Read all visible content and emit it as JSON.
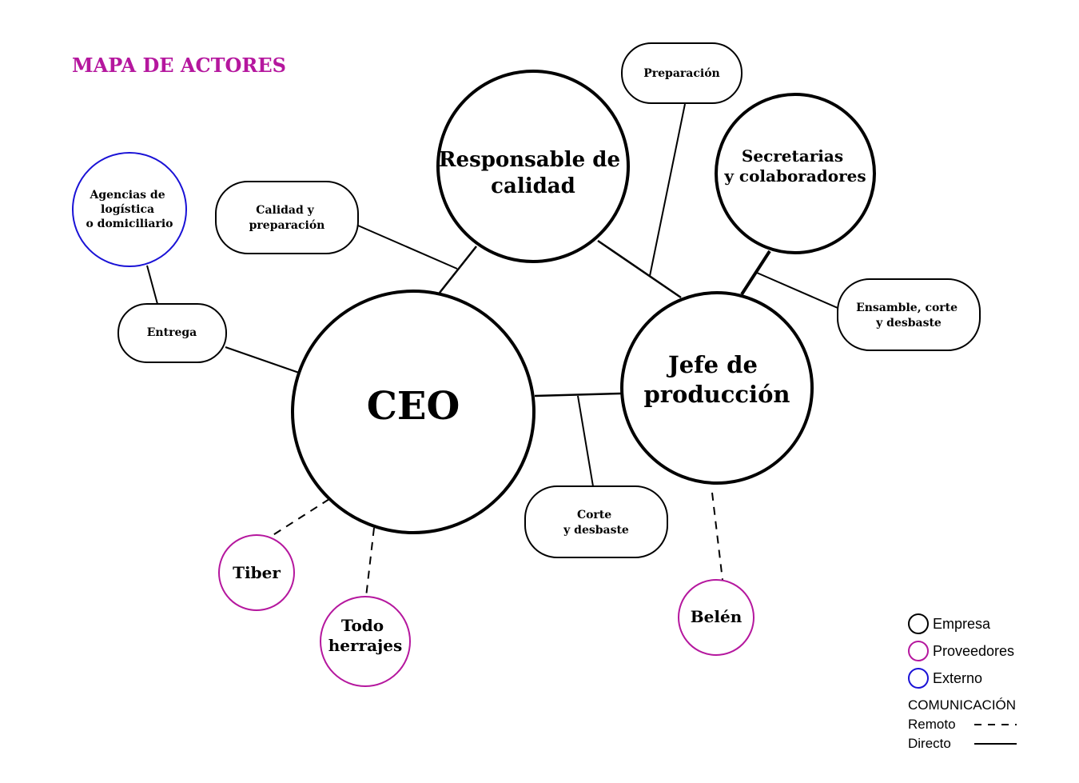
{
  "title": "MAPA DE ACTORES",
  "colors": {
    "title": "#b5179e",
    "empresa": "#000000",
    "proveedores": "#b5179e",
    "externo": "#1a12d6"
  },
  "nodes": {
    "ceo": "CEO",
    "responsable": [
      "Responsable de",
      "calidad"
    ],
    "jefe": [
      "Jefe de",
      "producción"
    ],
    "secretarias": [
      "Secretarias",
      "y colaboradores"
    ],
    "agencias": [
      "Agencias de",
      "logística",
      "o domiciliario"
    ],
    "tiber": "Tiber",
    "todo": [
      "Todo",
      "herrajes"
    ],
    "belen": "Belén"
  },
  "edge_labels": {
    "preparacion": "Preparación",
    "calidad_prep": [
      "Calidad y",
      "preparación"
    ],
    "entrega": "Entrega",
    "ensamble": [
      "Ensamble, corte",
      "y desbaste"
    ],
    "corte": [
      "Corte",
      "y desbaste"
    ]
  },
  "legend": {
    "empresa": "Empresa",
    "proveedores": "Proveedores",
    "externo": "Externo",
    "comunicacion": "COMUNICACIÓN",
    "remoto": "Remoto",
    "directo": "Directo"
  }
}
